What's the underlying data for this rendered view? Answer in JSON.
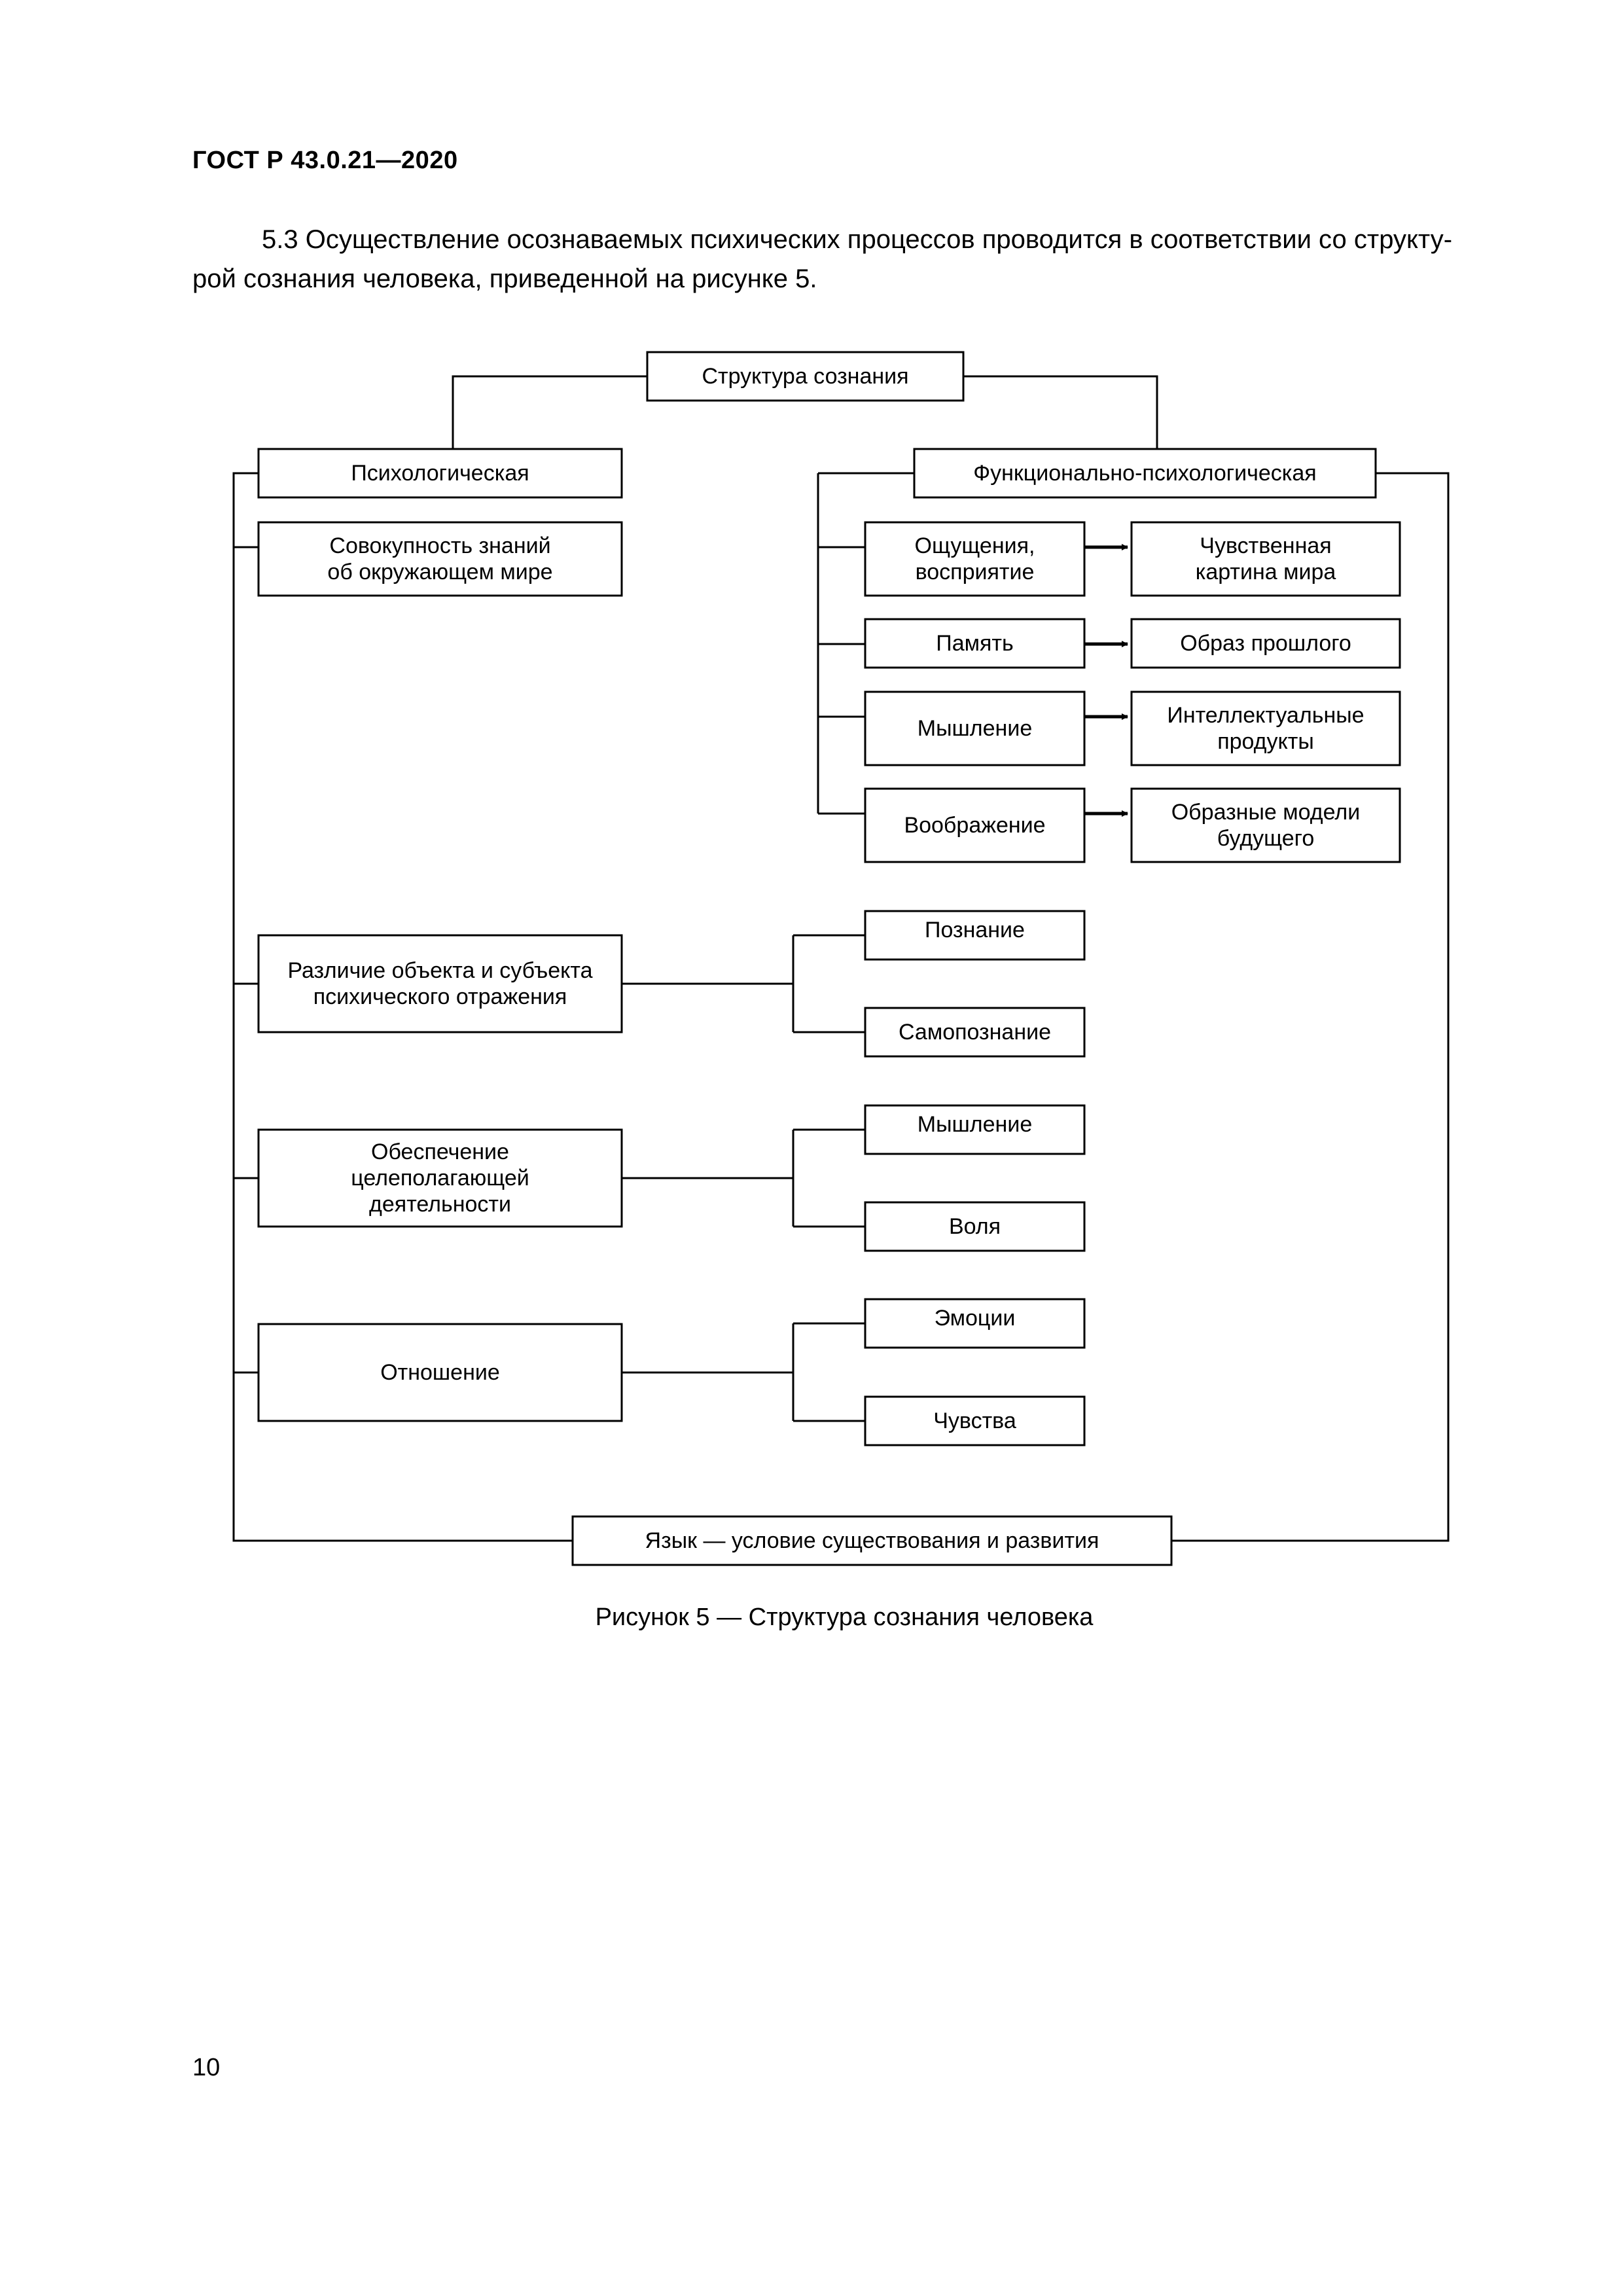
{
  "header": {
    "doc_id": "ГОСТ Р 43.0.21—2020"
  },
  "paragraph": {
    "line1": "5.3  Осуществление осознаваемых психических процессов проводится в соответствии со структу-",
    "line2": "рой сознания человека, приведенной на рисунке 5."
  },
  "diagram": {
    "root": "Структура сознания",
    "psych": "Психологическая",
    "func": "Функционально-психологическая",
    "knowledge": [
      "Совокупность знаний",
      "об окружающем мире"
    ],
    "functions": [
      {
        "process": [
          "Ощущения,",
          "восприятие"
        ],
        "result": [
          "Чувственная",
          "картина мира"
        ]
      },
      {
        "process": [
          "Память"
        ],
        "result": [
          "Образ прошлого"
        ]
      },
      {
        "process": [
          "Мышление"
        ],
        "result": [
          "Интеллектуальные",
          "продукты"
        ]
      },
      {
        "process": [
          "Воображение"
        ],
        "result": [
          "Образные модели",
          "будущего"
        ]
      }
    ],
    "groups": [
      {
        "label": [
          "Различие объекта и субъекта",
          "психического отражения"
        ],
        "children": [
          "Познание",
          "Самопознание"
        ]
      },
      {
        "label": [
          "Обеспечение",
          "целеполагающей",
          "деятельности"
        ],
        "children": [
          "Мышление",
          "Воля"
        ]
      },
      {
        "label": [
          "Отношение"
        ],
        "children": [
          "Эмоции",
          "Чувства"
        ]
      }
    ],
    "language": "Язык — условие существования и развития"
  },
  "caption": "Рисунок 5 — Структура сознания человека",
  "page_number": "10"
}
